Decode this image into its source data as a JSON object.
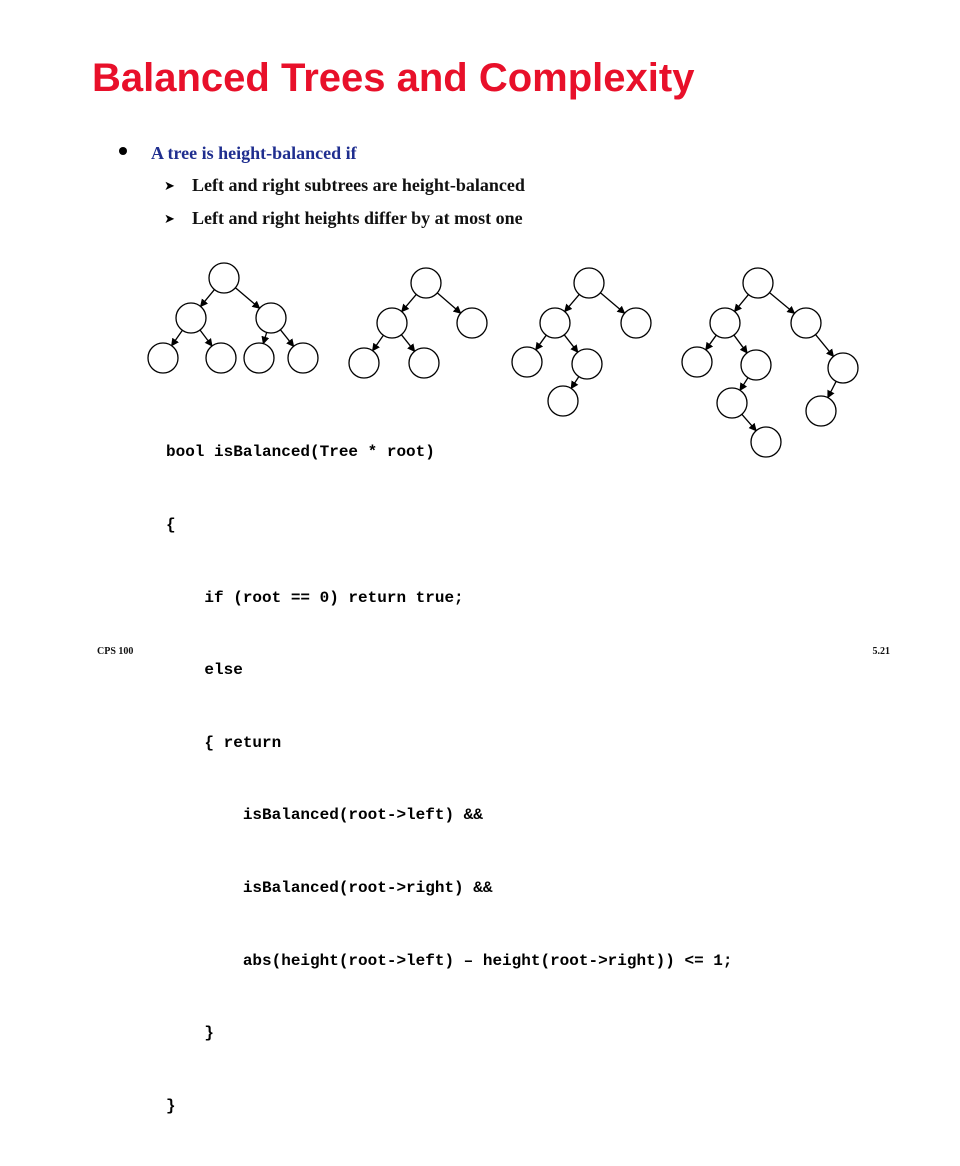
{
  "slide": {
    "title": "Balanced Trees and Complexity",
    "bullet": {
      "text": "A tree is height-balanced if",
      "subitems": [
        "Left and right subtrees are height-balanced",
        "Left and right heights differ by at most one"
      ]
    },
    "code_lines": [
      "bool isBalanced(Tree * root)",
      "{",
      "    if (root == 0) return true;",
      "    else",
      "    { return",
      "        isBalanced(root->left) &&",
      "        isBalanced(root->right) &&",
      "        abs(height(root->left) – height(root->right)) <= 1;",
      "    }",
      "}"
    ],
    "footer": {
      "course": "CPS 100",
      "page": "5.21"
    },
    "colors": {
      "title": "#e8102a",
      "bullet_text": "#1f2e8f"
    }
  }
}
